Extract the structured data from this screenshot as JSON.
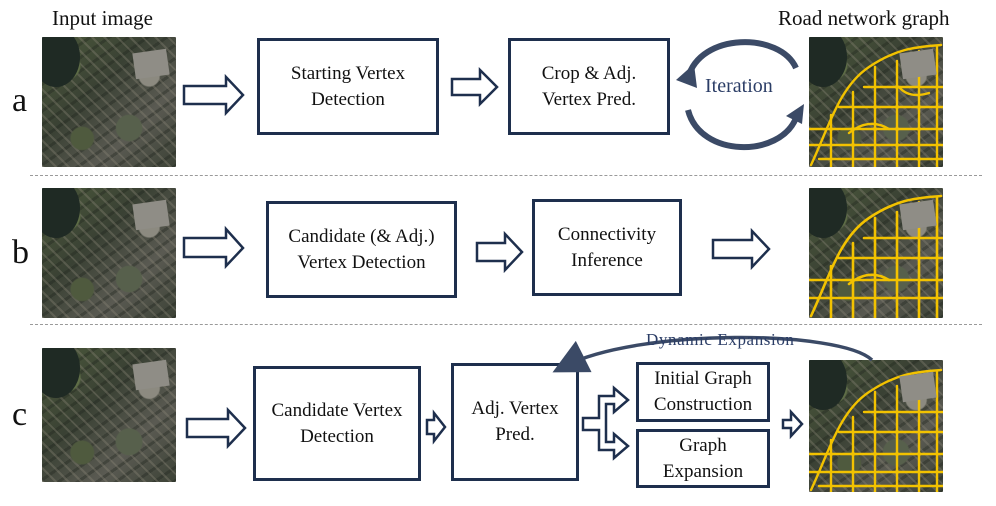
{
  "headers": {
    "input_image": "Input image",
    "road_graph": "Road network graph"
  },
  "rows": {
    "a": {
      "label": "a",
      "box1": [
        "Starting Vertex",
        "Detection"
      ],
      "box2": [
        "Crop & Adj.",
        "Vertex Pred."
      ],
      "loop": "Iteration"
    },
    "b": {
      "label": "b",
      "box1": [
        "Candidate (& Adj.)",
        "Vertex Detection"
      ],
      "box2": [
        "Connectivity",
        "Inference"
      ]
    },
    "c": {
      "label": "c",
      "box1": [
        "Candidate Vertex",
        "Detection"
      ],
      "box2": [
        "Adj. Vertex",
        "Pred."
      ],
      "box3": [
        "Initial Graph",
        "Construction"
      ],
      "box4": [
        "Graph",
        "Expansion"
      ],
      "feedback": "Dynamic  Expansion"
    }
  },
  "colors": {
    "box_border": "#1e2f4d",
    "arrow": "#1e2f4d",
    "accent_text": "#2b3d66",
    "road": "#f2c200"
  }
}
